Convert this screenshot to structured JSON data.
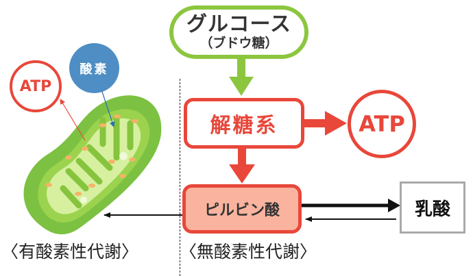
{
  "diagram": {
    "glucose": {
      "title": "グルコース",
      "subtitle": "（ブドウ糖）"
    },
    "glycolysis": {
      "label": "解糖系"
    },
    "atp_output": {
      "label": "ATP"
    },
    "pyruvate": {
      "label": "ピルビン酸"
    },
    "lactic_acid": {
      "label": "乳酸"
    },
    "mitochondria": {
      "atp_label": "ATP",
      "oxygen_label": "酸素"
    },
    "sections": {
      "aerobic": "〈有酸素性代謝〉",
      "anaerobic": "〈無酸素性代謝〉"
    },
    "colors": {
      "green": "#8cc63f",
      "red": "#e8473a",
      "salmon": "#f9b39e",
      "blue": "#4f8ec4",
      "gray": "#a9a9a9"
    }
  }
}
